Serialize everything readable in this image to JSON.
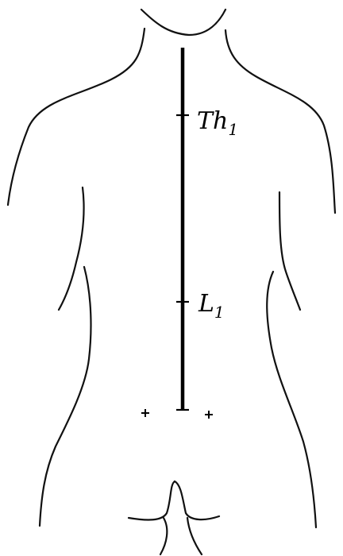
{
  "figure": {
    "labels": {
      "upper": {
        "main": "Th",
        "sub": "1"
      },
      "lower": {
        "main": "L",
        "sub": "1"
      }
    }
  }
}
